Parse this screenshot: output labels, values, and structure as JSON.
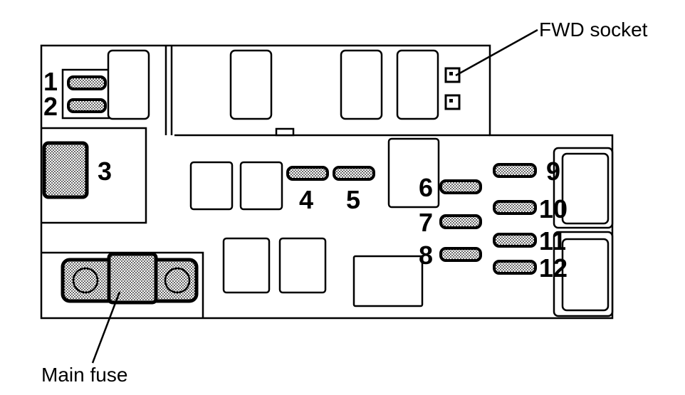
{
  "labels": {
    "fwd_socket": "FWD socket",
    "main_fuse": "Main fuse"
  },
  "fuse_numbers": {
    "f1": "1",
    "f2": "2",
    "f3": "3",
    "f4": "4",
    "f5": "5",
    "f6": "6",
    "f7": "7",
    "f8": "8",
    "f9": "9",
    "f10": "10",
    "f11": "11",
    "f12": "12"
  },
  "colors": {
    "line": "#000000",
    "background": "#ffffff"
  }
}
